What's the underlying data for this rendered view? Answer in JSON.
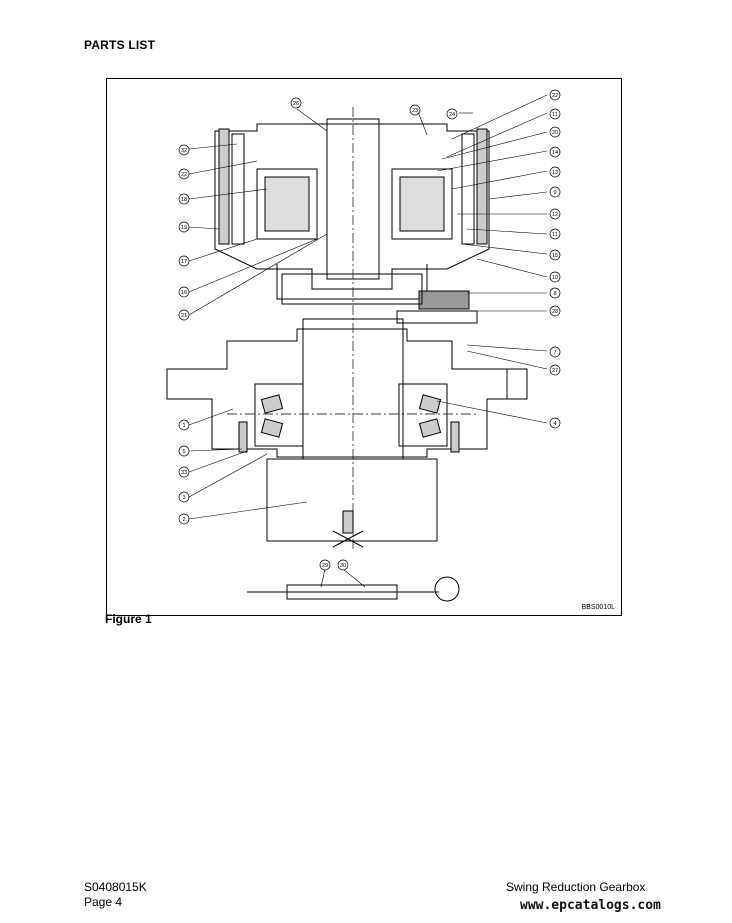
{
  "page": {
    "heading": "PARTS LIST",
    "figure_caption": "Figure 1",
    "figure_code": "BBS0010L",
    "footer_doc_number": "S0408015K",
    "footer_page": "Page 4",
    "footer_title": "Swing Reduction Gearbox",
    "watermark": "www.epcatalogs.com"
  },
  "callouts_left": [
    "32",
    "22",
    "18",
    "19",
    "17",
    "16",
    "21",
    "1",
    "5",
    "33",
    "3",
    "2"
  ],
  "callouts_top": [
    "26",
    "23",
    "24"
  ],
  "callouts_right": [
    "22",
    "11",
    "20",
    "14",
    "13",
    "9",
    "12",
    "11",
    "15",
    "10",
    "8",
    "28",
    "7",
    "27",
    "4"
  ],
  "callouts_bottom": [
    "29",
    "30"
  ]
}
